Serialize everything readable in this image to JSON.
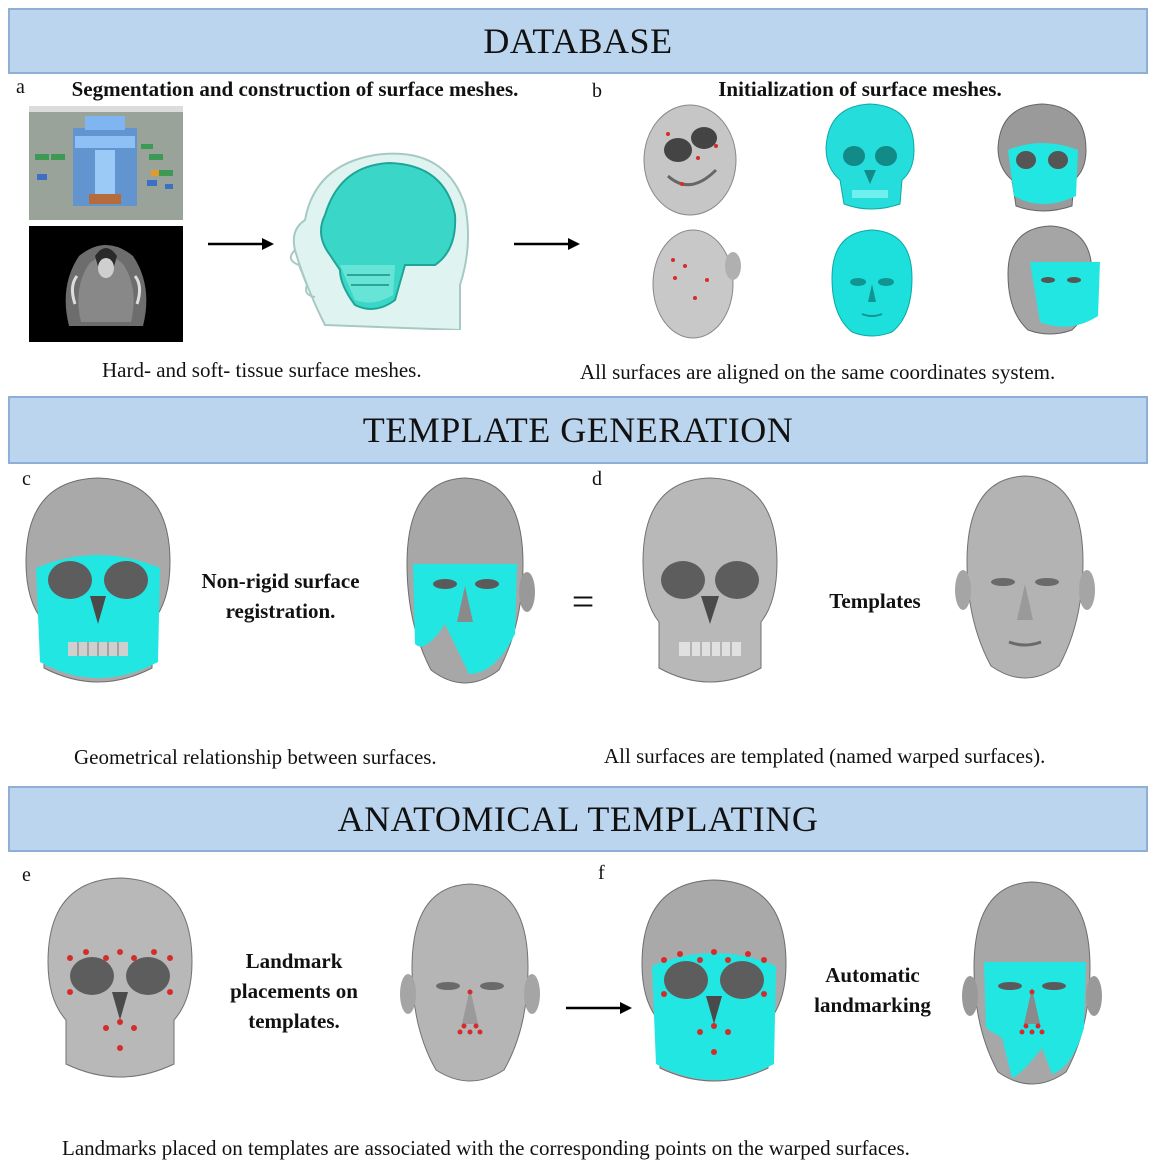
{
  "sections": {
    "database": "DATABASE",
    "template_generation": "TEMPLATE GENERATION",
    "anatomical_templating": "ANATOMICAL TEMPLATING"
  },
  "panels": {
    "a": {
      "letter": "a",
      "title": "Segmentation and construction of surface meshes.",
      "caption": "Hard- and soft- tissue surface meshes."
    },
    "b": {
      "letter": "b",
      "title": "Initialization of surface meshes.",
      "caption": "All surfaces are aligned on the same coordinates system."
    },
    "c": {
      "letter": "c",
      "label": "Non-rigid surface registration.",
      "caption": "Geometrical relationship between surfaces."
    },
    "d": {
      "letter": "d",
      "label": "Templates",
      "caption": "All surfaces are templated (named warped surfaces)."
    },
    "e": {
      "letter": "e",
      "label": "Landmark placements on templates."
    },
    "f": {
      "letter": "f",
      "label": "Automatic landmarking"
    }
  },
  "equals_sign": "=",
  "bottom_caption": "Landmarks placed on templates are associated with the corresponding points on the warped surfaces.",
  "colors": {
    "banner": "#bcd5ee",
    "banner_border": "#8fb0d6",
    "cyan": "#22e6e2",
    "gray_mesh": "#b4b4b4",
    "landmark": "#d62b2b"
  }
}
